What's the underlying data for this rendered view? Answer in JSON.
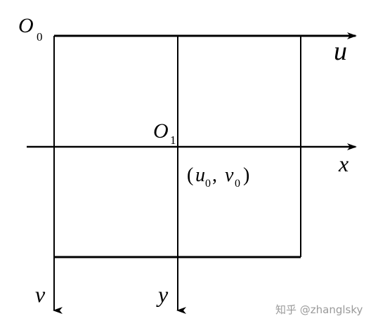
{
  "labels": {
    "o0": {
      "main": "O",
      "sub": "0"
    },
    "o1": {
      "main": "O",
      "sub": "1"
    },
    "u": "u",
    "v": "v",
    "x": "x",
    "y": "y",
    "point": {
      "open": "(",
      "u": "u",
      "u_sub": "0",
      "comma": ", ",
      "v": "v",
      "v_sub": "0",
      "close": ")"
    }
  },
  "watermark": "知乎 @zhanglsky",
  "colors": {
    "stroke": "#000000",
    "watermark": "#9a9a9a"
  }
}
